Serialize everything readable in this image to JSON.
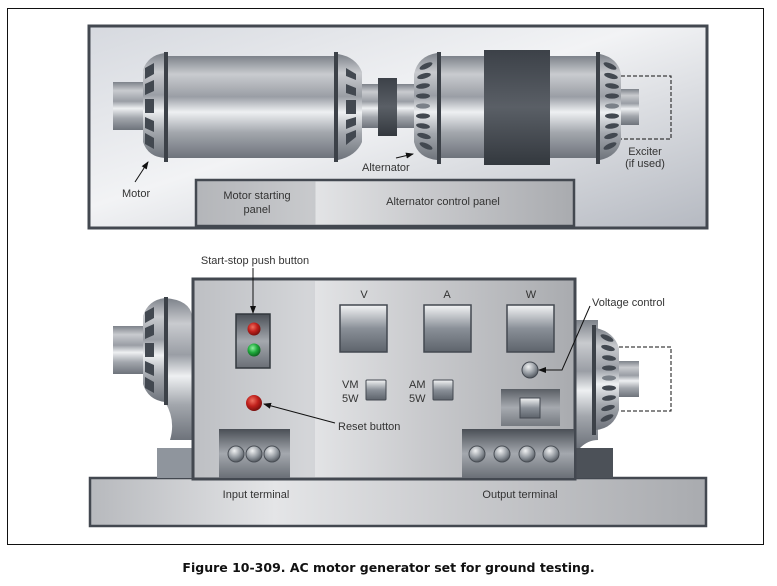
{
  "figure": {
    "caption": "Figure 10-309. AC motor generator set for ground testing."
  },
  "top_view": {
    "labels": {
      "motor": "Motor",
      "alternator": "Alternator",
      "exciter_line1": "Exciter",
      "exciter_line2": "(if used)",
      "motor_panel_line1": "Motor starting",
      "motor_panel_line2": "panel",
      "alternator_panel": "Alternator control panel"
    }
  },
  "front_view": {
    "labels": {
      "start_stop": "Start-stop push button",
      "reset": "Reset button",
      "voltage_control": "Voltage control",
      "input_terminal": "Input terminal",
      "output_terminal": "Output terminal"
    },
    "meters": [
      {
        "label": "V"
      },
      {
        "label": "A"
      },
      {
        "label": "W"
      }
    ],
    "switches": [
      {
        "line1": "VM",
        "line2": "5W"
      },
      {
        "line1": "AM",
        "line2": "5W"
      }
    ],
    "indicator_colors": {
      "stop": "#c0201c",
      "start": "#1faa3c",
      "reset": "#c0201c"
    }
  }
}
